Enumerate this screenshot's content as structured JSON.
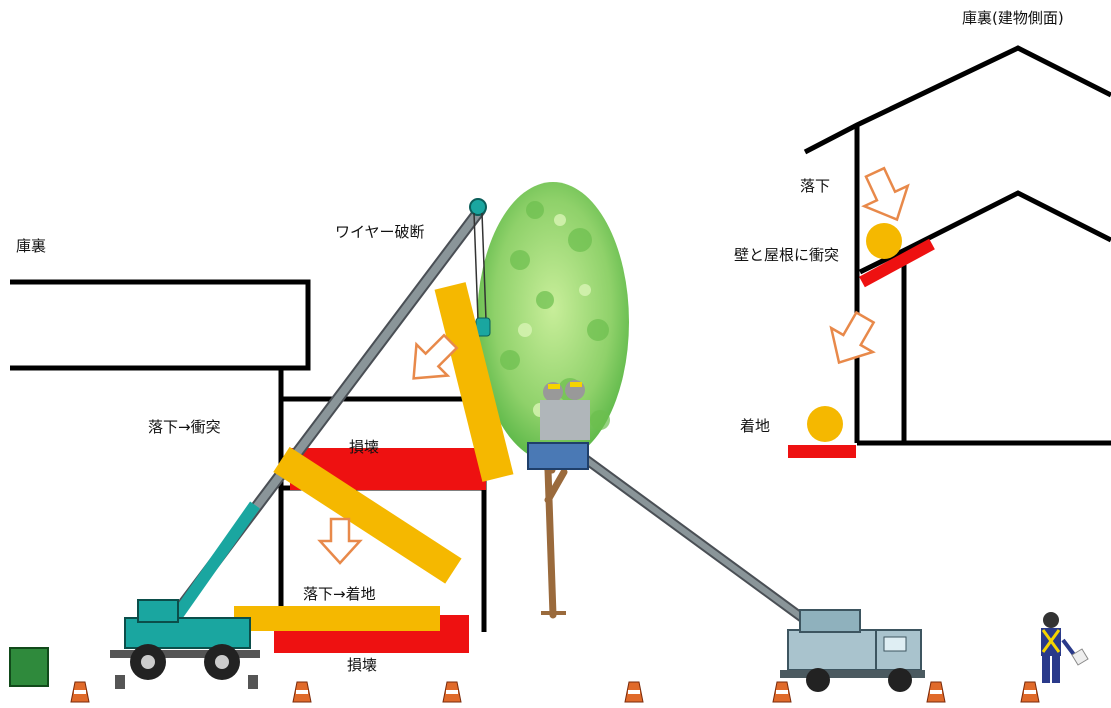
{
  "labels": {
    "garage_left": "庫裏",
    "garage_side": "庫裏(建物側面)",
    "wire_break": "ワイヤー破断",
    "fall_collide": "落下→衝突",
    "damage_top": "損壊",
    "fall_land": "落下→着地",
    "damage_bottom": "損壊",
    "fall": "落下",
    "hit_wall_roof": "壁と屋根に衝突",
    "landing": "着地"
  },
  "colors": {
    "outline": "#000000",
    "load_orange": "#f5b800",
    "damage_red": "#ee1111",
    "arrow_outline": "#e8894a",
    "crane_teal": "#1aa6a0",
    "boom_gray": "#7d8a8f",
    "bucket_blue": "#4a79b5",
    "tree_green": "#8fd16a",
    "trunk_brown": "#9a6a3c",
    "cone_orange": "#e06a2a"
  },
  "icons": {
    "left_crane": "rough-terrain-crane-icon",
    "right_truck": "aerial-work-truck-icon",
    "workers": "workers-in-bucket-icon",
    "guide": "traffic-guide-worker-icon",
    "cone": "traffic-cone-icon",
    "tree": "tree-icon",
    "ball": "falling-object-icon"
  }
}
